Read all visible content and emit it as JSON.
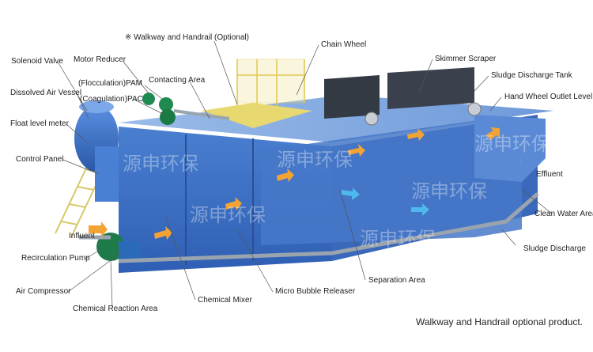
{
  "labels": {
    "walkway": "※ Walkway and Handrail (Optional)",
    "chain_wheel": "Chain Wheel",
    "solenoid_valve": "Solenoid Valve",
    "motor_reducer": "Motor Reducer",
    "skimmer_scraper": "Skimmer Scraper",
    "flocculation_pam": "(Flocculation)PAM",
    "contacting_area": "Contacting Area",
    "sludge_discharge_tank": "Sludge Discharge Tank",
    "dissolved_air_vessel": "Dissolved Air Vessel",
    "coagulation_pac": "(Coagulation)PAC",
    "hand_wheel_outlet_level": "Hand Wheel Outlet Level",
    "float_level_meter": "Float level meter",
    "control_panel": "Control Panel",
    "effluent": "Effluent",
    "clean_water_area": "Clean Water Area",
    "influent": "Influent",
    "sludge_discharge": "Sludge Discharge",
    "recirculation_pump": "Recirculation Pump",
    "separation_area": "Separation Area",
    "air_compressor": "Air Compressor",
    "micro_bubble_releaser": "Micro Bubble Releaser",
    "chemical_mixer": "Chemical Mixer",
    "chemical_reaction_area": "Chemical Reaction Area"
  },
  "footnote": "Walkway and Handrail optional product.",
  "watermark": "源申环保",
  "colors": {
    "tank_front": "#3f6fc2",
    "tank_side": "#2f5aa8",
    "tank_top": "#6f9ad8",
    "label_line": "#555555",
    "flow_arrow": "#f0a030",
    "water_arrow": "#4fb8ec",
    "walkway": "#e8d060",
    "pipe": "#9aa4ae",
    "pump": "#1f7a4a"
  }
}
